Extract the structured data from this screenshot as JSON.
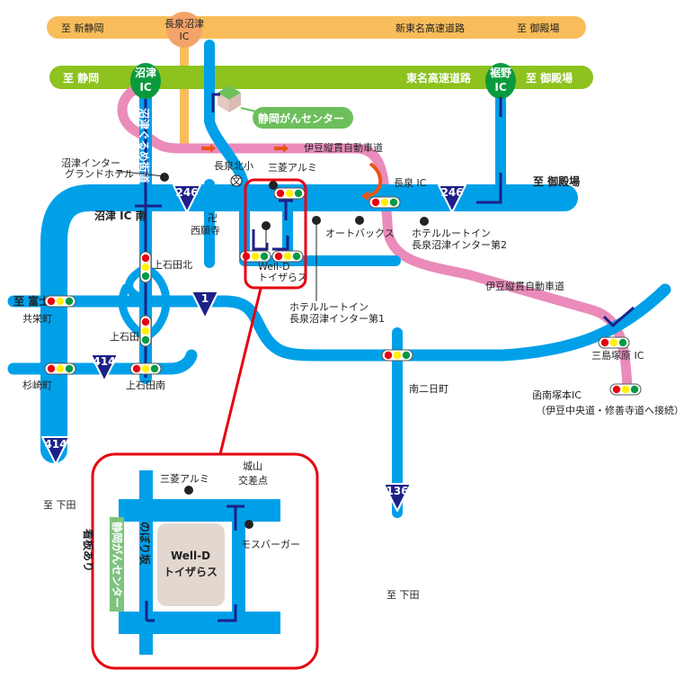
{
  "title": "長泉沼津 Well-D トイザらス アクセスマップ",
  "colors": {
    "road": "#00a0e9",
    "expressway_new": "#f8bd5a",
    "expressway": "#8dc21f",
    "ic_green": "#0a9a3e",
    "ic_orange": "#f4a46a",
    "izu_road": "#ea8bbb",
    "frame": "#e60012",
    "shield": "#1d2088",
    "store": "#e2d8cf",
    "signboard": "#7fc27f"
  },
  "expressways": {
    "shintomei_left": "至 新静岡",
    "shintomei_name": "新東名高速道路",
    "shintomei_right": "至 御殿場",
    "nagaizumi_ic": [
      "長泉沼津",
      "IC"
    ],
    "tomei_left": "至 静岡",
    "tomei_name": "東名高速道路",
    "tomei_right": "至 御殿場",
    "numazu_ic": [
      "沼津",
      "IC"
    ],
    "susono_ic": [
      "裾野",
      "IC"
    ]
  },
  "landmarks": {
    "cancer_center": "静岡がんセンター",
    "izu_road_1": "伊豆縦貫自動車道",
    "izu_road_2": "伊豆縦貫自動車道",
    "gurume_kaido": "沼津ぐるめ街道",
    "hotel_grand": [
      "沼津インター",
      "グランドホテル"
    ],
    "nagaizumi_school": "長泉北小",
    "school_symbol": "文",
    "mitsubishi": "三菱アルミ",
    "nagaizumi_ic": "長泉 IC",
    "to_gotemba": "至 御殿場",
    "numazu_ic_south": "沼津 IC 南",
    "temple_symbol": "卍",
    "saiganji": "西願寺",
    "autobacs": "オートバックス",
    "hotel_route2": [
      "ホテルルートイン",
      "長泉沼津インター第2"
    ],
    "hotel_route1": [
      "ホテルルートイン",
      "長泉沼津インター第1"
    ],
    "welld": [
      "Well-D",
      "トイザらス"
    ],
    "kamiishida_kita": "上石田北",
    "to_fuji": "至 富士",
    "kyoeicho": "共栄町",
    "kamiishida": "上石田",
    "suginosakicho": "杉崎町",
    "kamiishida_minami": "上石田南",
    "minami_futsukamachi": "南二日町",
    "mishima_tsukahara_ic": "三島塚原 IC",
    "kannami_ic": [
      "函南塚本IC",
      "（伊豆中央道・修善寺道へ接続）"
    ],
    "to_shimoda_left": "至 下田",
    "to_shimoda_right": "至 下田"
  },
  "shields": {
    "r246a": "246",
    "r246b": "246",
    "r1": "1",
    "r414a": "414",
    "r414b": "414",
    "r136": "136"
  },
  "inset": {
    "mitsubishi": "三菱アルミ",
    "shiroyama": [
      "城山",
      "交差点"
    ],
    "mos": "モスバーガー",
    "nobori": "のぼり坂",
    "store": [
      "Well-D",
      "トイザらス"
    ],
    "signboard": "静岡がんセンター",
    "sign_note": "看板あり"
  }
}
